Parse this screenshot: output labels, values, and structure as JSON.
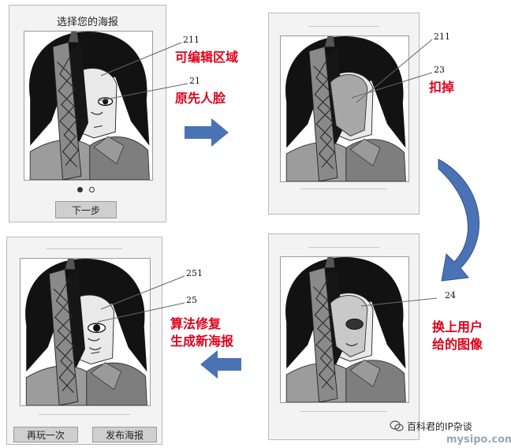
{
  "panel1": {
    "title": "选择您的海报",
    "button": "下一步"
  },
  "panel4": {
    "button_left": "再玩一次",
    "button_right": "发布海报"
  },
  "labels": {
    "r211a": "211",
    "r21": "21",
    "r211b": "211",
    "r23": "23",
    "r251": "251",
    "r25": "25",
    "r24": "24"
  },
  "captions": {
    "editable_area": "可编辑区域",
    "original_face": "原先人脸",
    "cut_out": "扣掉",
    "replace_line1": "换上用户",
    "replace_line2": "给的图像",
    "algo_line1": "算法修复",
    "algo_line2": "生成新海报"
  },
  "watermark": {
    "text": "百科君的IP杂谈",
    "url": "mysipo.com"
  },
  "colors": {
    "caption_red": "#e0001a",
    "arrow_blue": "#4a73b6"
  }
}
